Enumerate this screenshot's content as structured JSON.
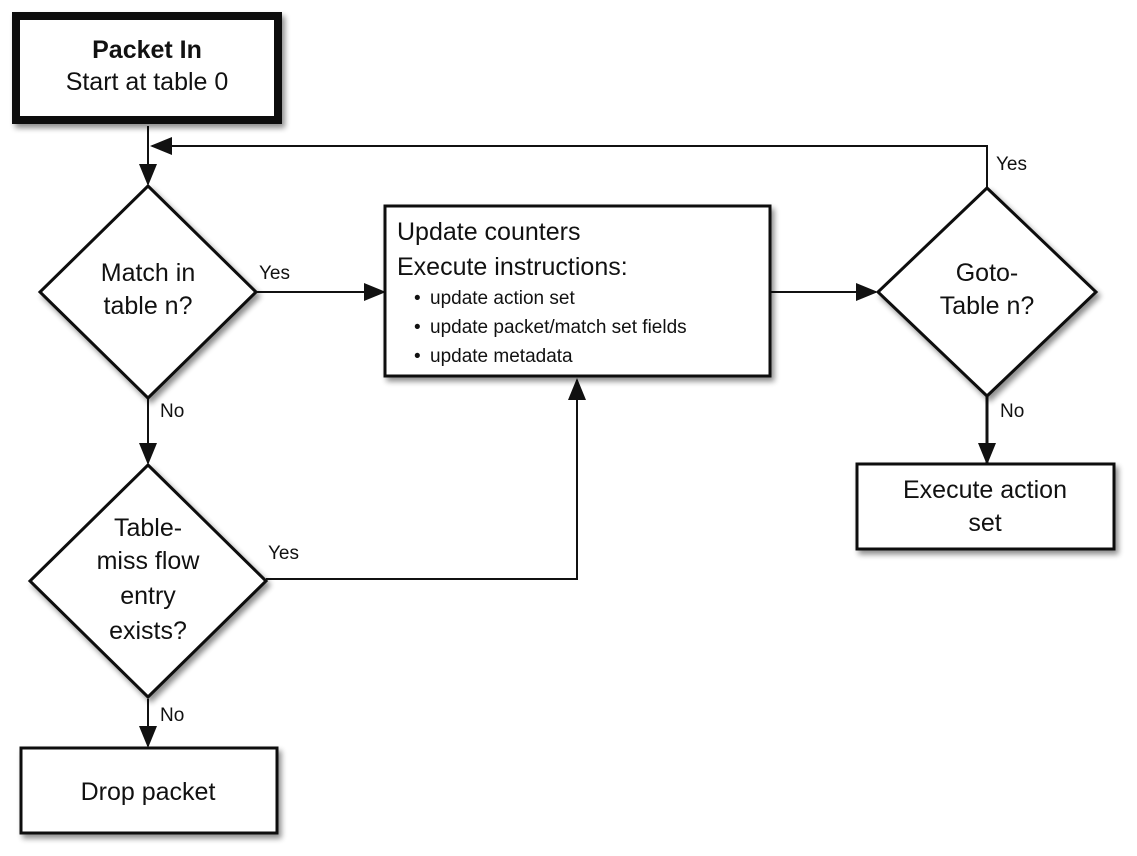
{
  "nodes": {
    "packet_in": {
      "title": "Packet In",
      "subtitle": "Start at table 0"
    },
    "match_decision": {
      "line1": "Match in",
      "line2": "table n?"
    },
    "table_miss_decision": {
      "line1": "Table-",
      "line2": "miss flow",
      "line3": "entry",
      "line4": "exists?"
    },
    "update_box": {
      "line1": "Update counters",
      "line2": "Execute instructions:",
      "bullets": [
        "update action set",
        "update packet/match set fields",
        "update metadata"
      ]
    },
    "goto_decision": {
      "line1": "Goto-",
      "line2": "Table n?"
    },
    "execute_action_set": {
      "line1": "Execute action",
      "line2": "set"
    },
    "drop_packet": {
      "label": "Drop packet"
    }
  },
  "edge_labels": {
    "match_yes": "Yes",
    "match_no": "No",
    "table_miss_yes": "Yes",
    "table_miss_no": "No",
    "goto_yes": "Yes",
    "goto_no": "No"
  },
  "colors": {
    "stroke": "#111111",
    "fill": "#ffffff",
    "shadow": "#9a9a9a"
  }
}
